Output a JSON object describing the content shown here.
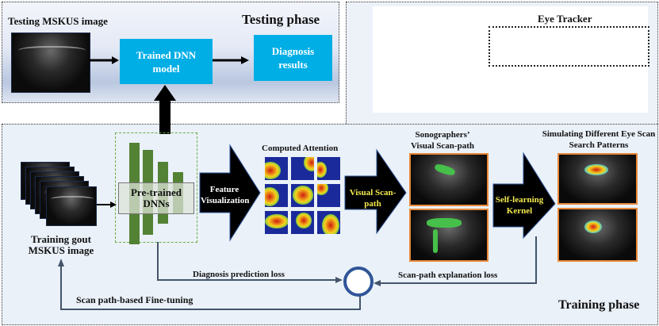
{
  "testing_phase": {
    "title": "Testing phase",
    "input_label": "Testing MSKUS image",
    "model_box": "Trained DNN model",
    "result_box": "Diagnosis results"
  },
  "eye_tracker": {
    "label": "Eye Tracker"
  },
  "training_phase": {
    "title": "Training phase",
    "input_label": "Training gout MSKUS image",
    "dnn_label": "Pre-trained DNNs",
    "feature_arrow": "Feature Visualization",
    "attention_label": "Computed Attention",
    "visual_arrow": "Visual Scan-path",
    "scanpath_label": "Sonographers’ Visual Scan-path",
    "kernel_arrow": "Self-learning Kernel",
    "simulating_label": "Simulating Different Eye Scan Search Patterns",
    "diag_loss": "Diagnosis prediction loss",
    "scan_loss": "Scan-path explanation loss",
    "finetune": "Scan path-based Fine-tuning"
  },
  "colors": {
    "blue_box": "#00aee6",
    "dnn_green": "#548235",
    "arrow_yellow": "#f2e94e",
    "frame_orange": "#e8883a",
    "loop_line": "#44546a",
    "sum_circle": "#2f5597"
  }
}
